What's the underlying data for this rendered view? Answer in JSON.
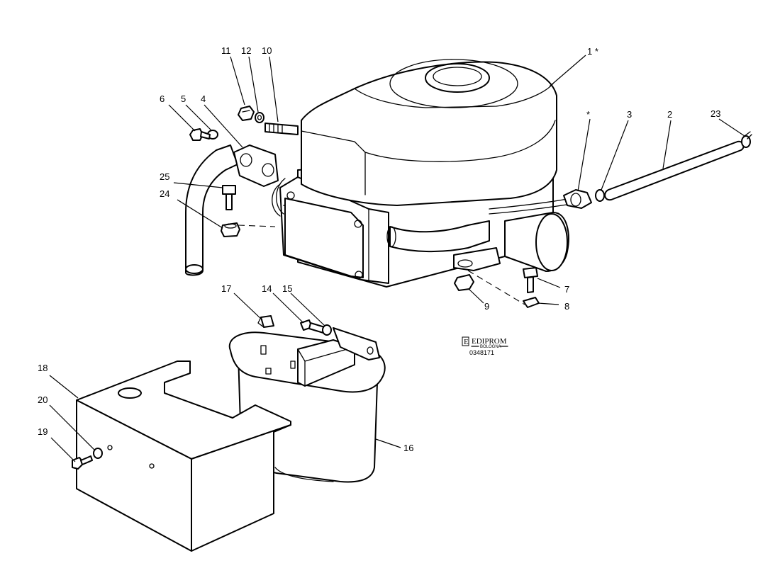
{
  "callouts": [
    {
      "id": "c-1",
      "label": "1 *"
    },
    {
      "id": "c-star",
      "label": "*"
    },
    {
      "id": "c-2",
      "label": "2"
    },
    {
      "id": "c-3",
      "label": "3"
    },
    {
      "id": "c-4",
      "label": "4"
    },
    {
      "id": "c-5",
      "label": "5"
    },
    {
      "id": "c-6",
      "label": "6"
    },
    {
      "id": "c-7",
      "label": "7"
    },
    {
      "id": "c-8",
      "label": "8"
    },
    {
      "id": "c-9",
      "label": "9"
    },
    {
      "id": "c-10",
      "label": "10"
    },
    {
      "id": "c-11",
      "label": "11"
    },
    {
      "id": "c-12",
      "label": "12"
    },
    {
      "id": "c-14",
      "label": "14"
    },
    {
      "id": "c-15",
      "label": "15"
    },
    {
      "id": "c-16",
      "label": "16"
    },
    {
      "id": "c-17",
      "label": "17"
    },
    {
      "id": "c-18",
      "label": "18"
    },
    {
      "id": "c-19",
      "label": "19"
    },
    {
      "id": "c-20",
      "label": "20"
    },
    {
      "id": "c-23",
      "label": "23"
    },
    {
      "id": "c-24",
      "label": "24"
    },
    {
      "id": "c-25",
      "label": "25"
    }
  ],
  "logo": {
    "mark": "E",
    "name": "EDIPROM",
    "sub": "BOLOGNA",
    "code": "0348171"
  },
  "colors": {
    "ink": "#000000",
    "paper": "#ffffff"
  }
}
